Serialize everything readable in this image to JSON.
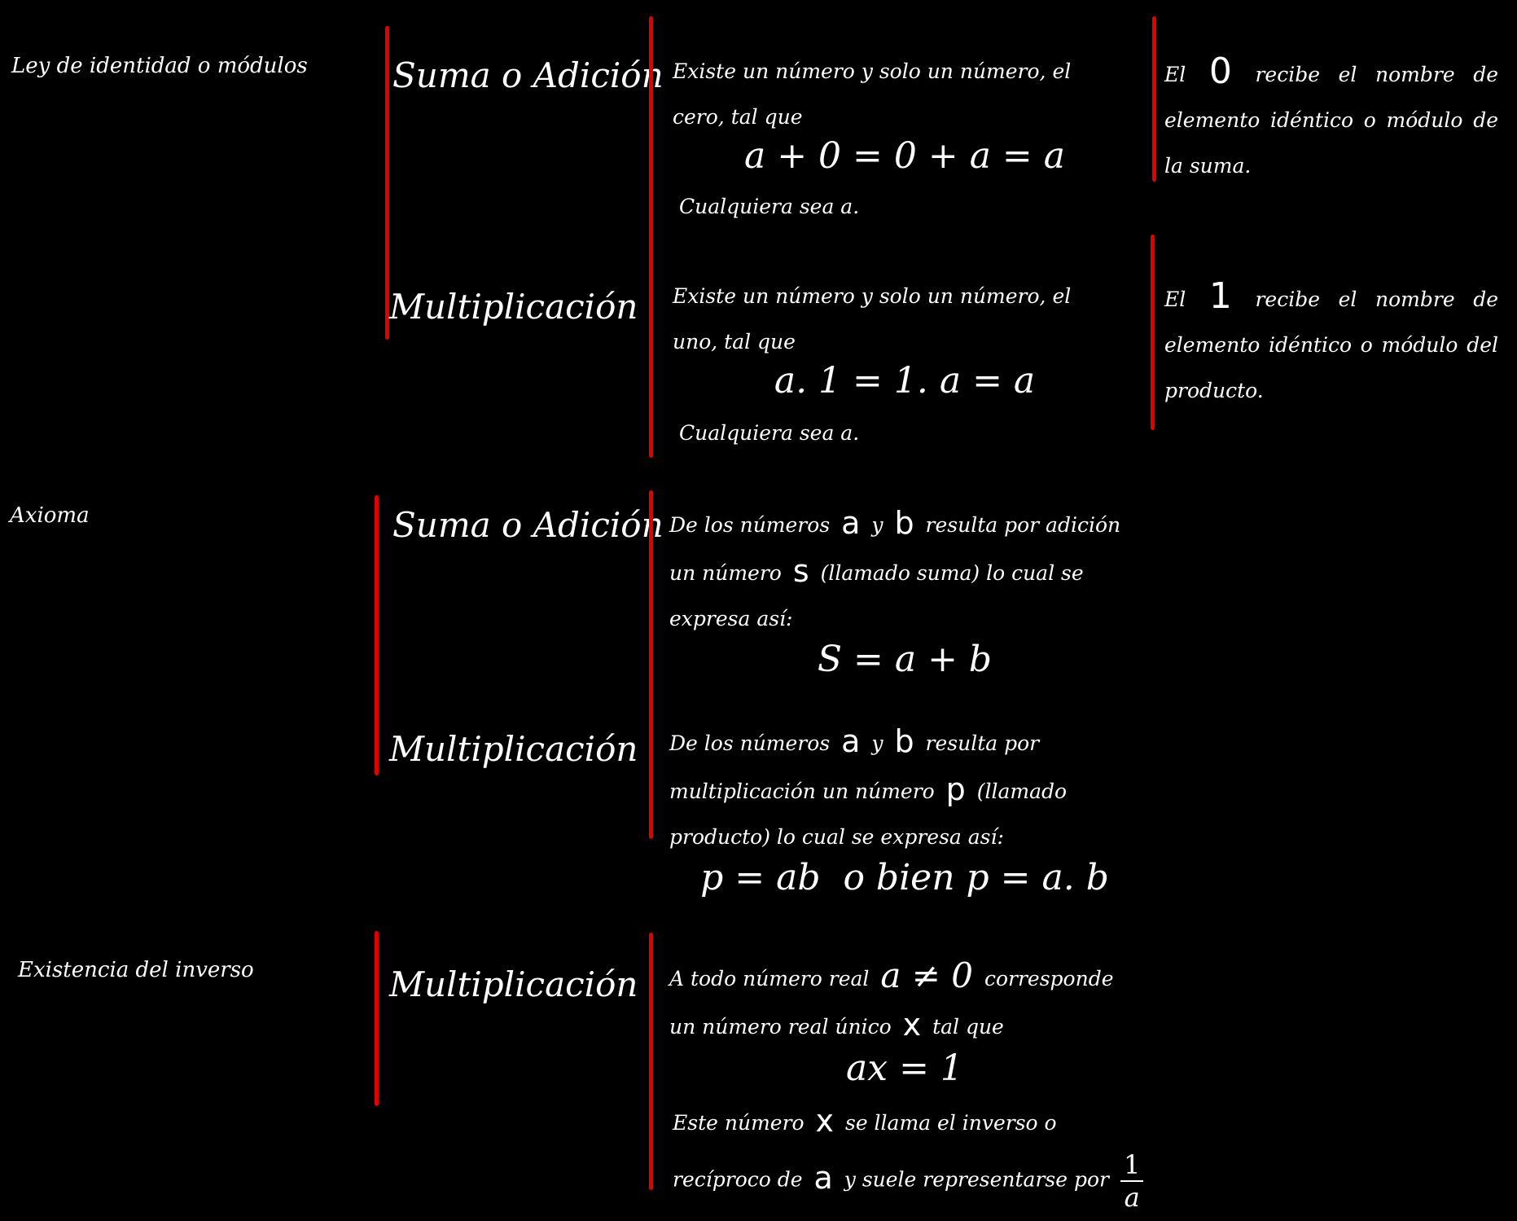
{
  "sections": {
    "identidad": {
      "title": "Ley de identidad o módulos",
      "suma": {
        "op": "Suma o Adición",
        "intro": "Existe un número y solo un número, el cero, tal que",
        "formula": "a + 0 = 0 + a = a",
        "outro": "Cualquiera sea a.",
        "note_pre": "El",
        "note_num": "0",
        "note_post": "recibe el nombre de elemento idéntico o módulo de la suma."
      },
      "mult": {
        "op": "Multiplicación",
        "intro": "Existe un número y solo un número, el uno, tal que",
        "formula": "a. 1 = 1. a = a",
        "outro": "Cualquiera sea a.",
        "note_pre": "El",
        "note_num": "1",
        "note_post": "recibe el nombre de elemento idéntico o módulo del producto."
      }
    },
    "axioma": {
      "title": "Axioma",
      "suma": {
        "op": "Suma o Adición",
        "t1": "De los números",
        "a": "a",
        "t2": "y",
        "b": "b",
        "t3": "resulta por adición un número",
        "s": "s",
        "t4": "(llamado suma) lo cual se expresa así:",
        "formula": "S = a + b"
      },
      "mult": {
        "op": "Multiplicación",
        "t1": "De los números",
        "a": "a",
        "t2": "y",
        "b": "b",
        "t3": "resulta por multiplicación un número",
        "p": "p",
        "t4": "(llamado producto) lo cual se expresa así:",
        "formula": "p = ab  o bien p = a. b"
      }
    },
    "inverso": {
      "title": "Existencia del inverso",
      "mult": {
        "op": "Multiplicación",
        "t1": "A todo número real",
        "cond": "a ≠ 0",
        "t2": "corresponde un número real único",
        "x": "x",
        "t3": "tal que",
        "formula": "ax = 1",
        "t4": "Este número",
        "x2": "x",
        "t5": "se llama el inverso o recíproco de",
        "a": "a",
        "t6": "y suele representarse por",
        "frac_num": "1",
        "frac_den": "a"
      }
    }
  },
  "colors": {
    "background": "#000000",
    "text": "#ffffff",
    "bracket": "#e00000"
  }
}
